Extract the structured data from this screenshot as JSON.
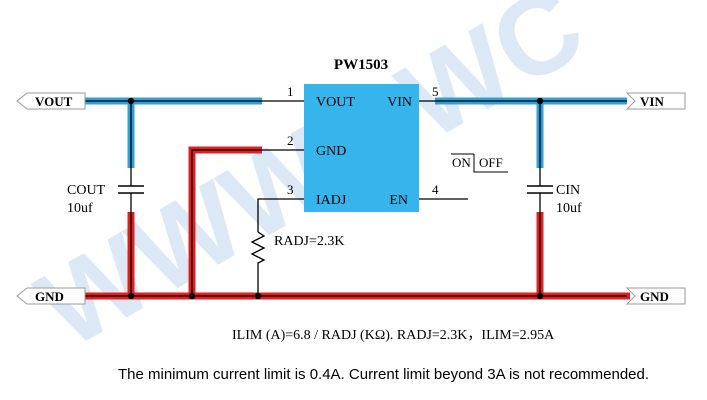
{
  "watermark": "WWW.PWC",
  "chip": {
    "title": "PW1503",
    "pins": [
      {
        "num": "1",
        "name": "VOUT"
      },
      {
        "num": "2",
        "name": "GND"
      },
      {
        "num": "3",
        "name": "IADJ"
      },
      {
        "num": "4",
        "name": "EN"
      },
      {
        "num": "5",
        "name": "VIN"
      }
    ]
  },
  "terminals": {
    "vout": "VOUT",
    "vin": "VIN",
    "gnd_left": "GND",
    "gnd_right": "GND"
  },
  "components": {
    "cout_name": "COUT",
    "cout_value": "10uf",
    "cin_name": "CIN",
    "cin_value": "10uf",
    "radj_label": "RADJ=2.3K"
  },
  "switch": {
    "on": "ON",
    "off": "OFF"
  },
  "formula": "ILIM (A)=6.8 / RADJ (KΩ).    RADJ=2.3K，ILIM=2.95A",
  "note": "The minimum current limit is 0.4A. Current limit beyond 3A is not recommended.",
  "colors": {
    "chip_fill": "#36b5ec",
    "vbus_highlight": "#2f9fd8",
    "gnd_highlight": "#e02020",
    "watermark": "#2b6fc9"
  }
}
